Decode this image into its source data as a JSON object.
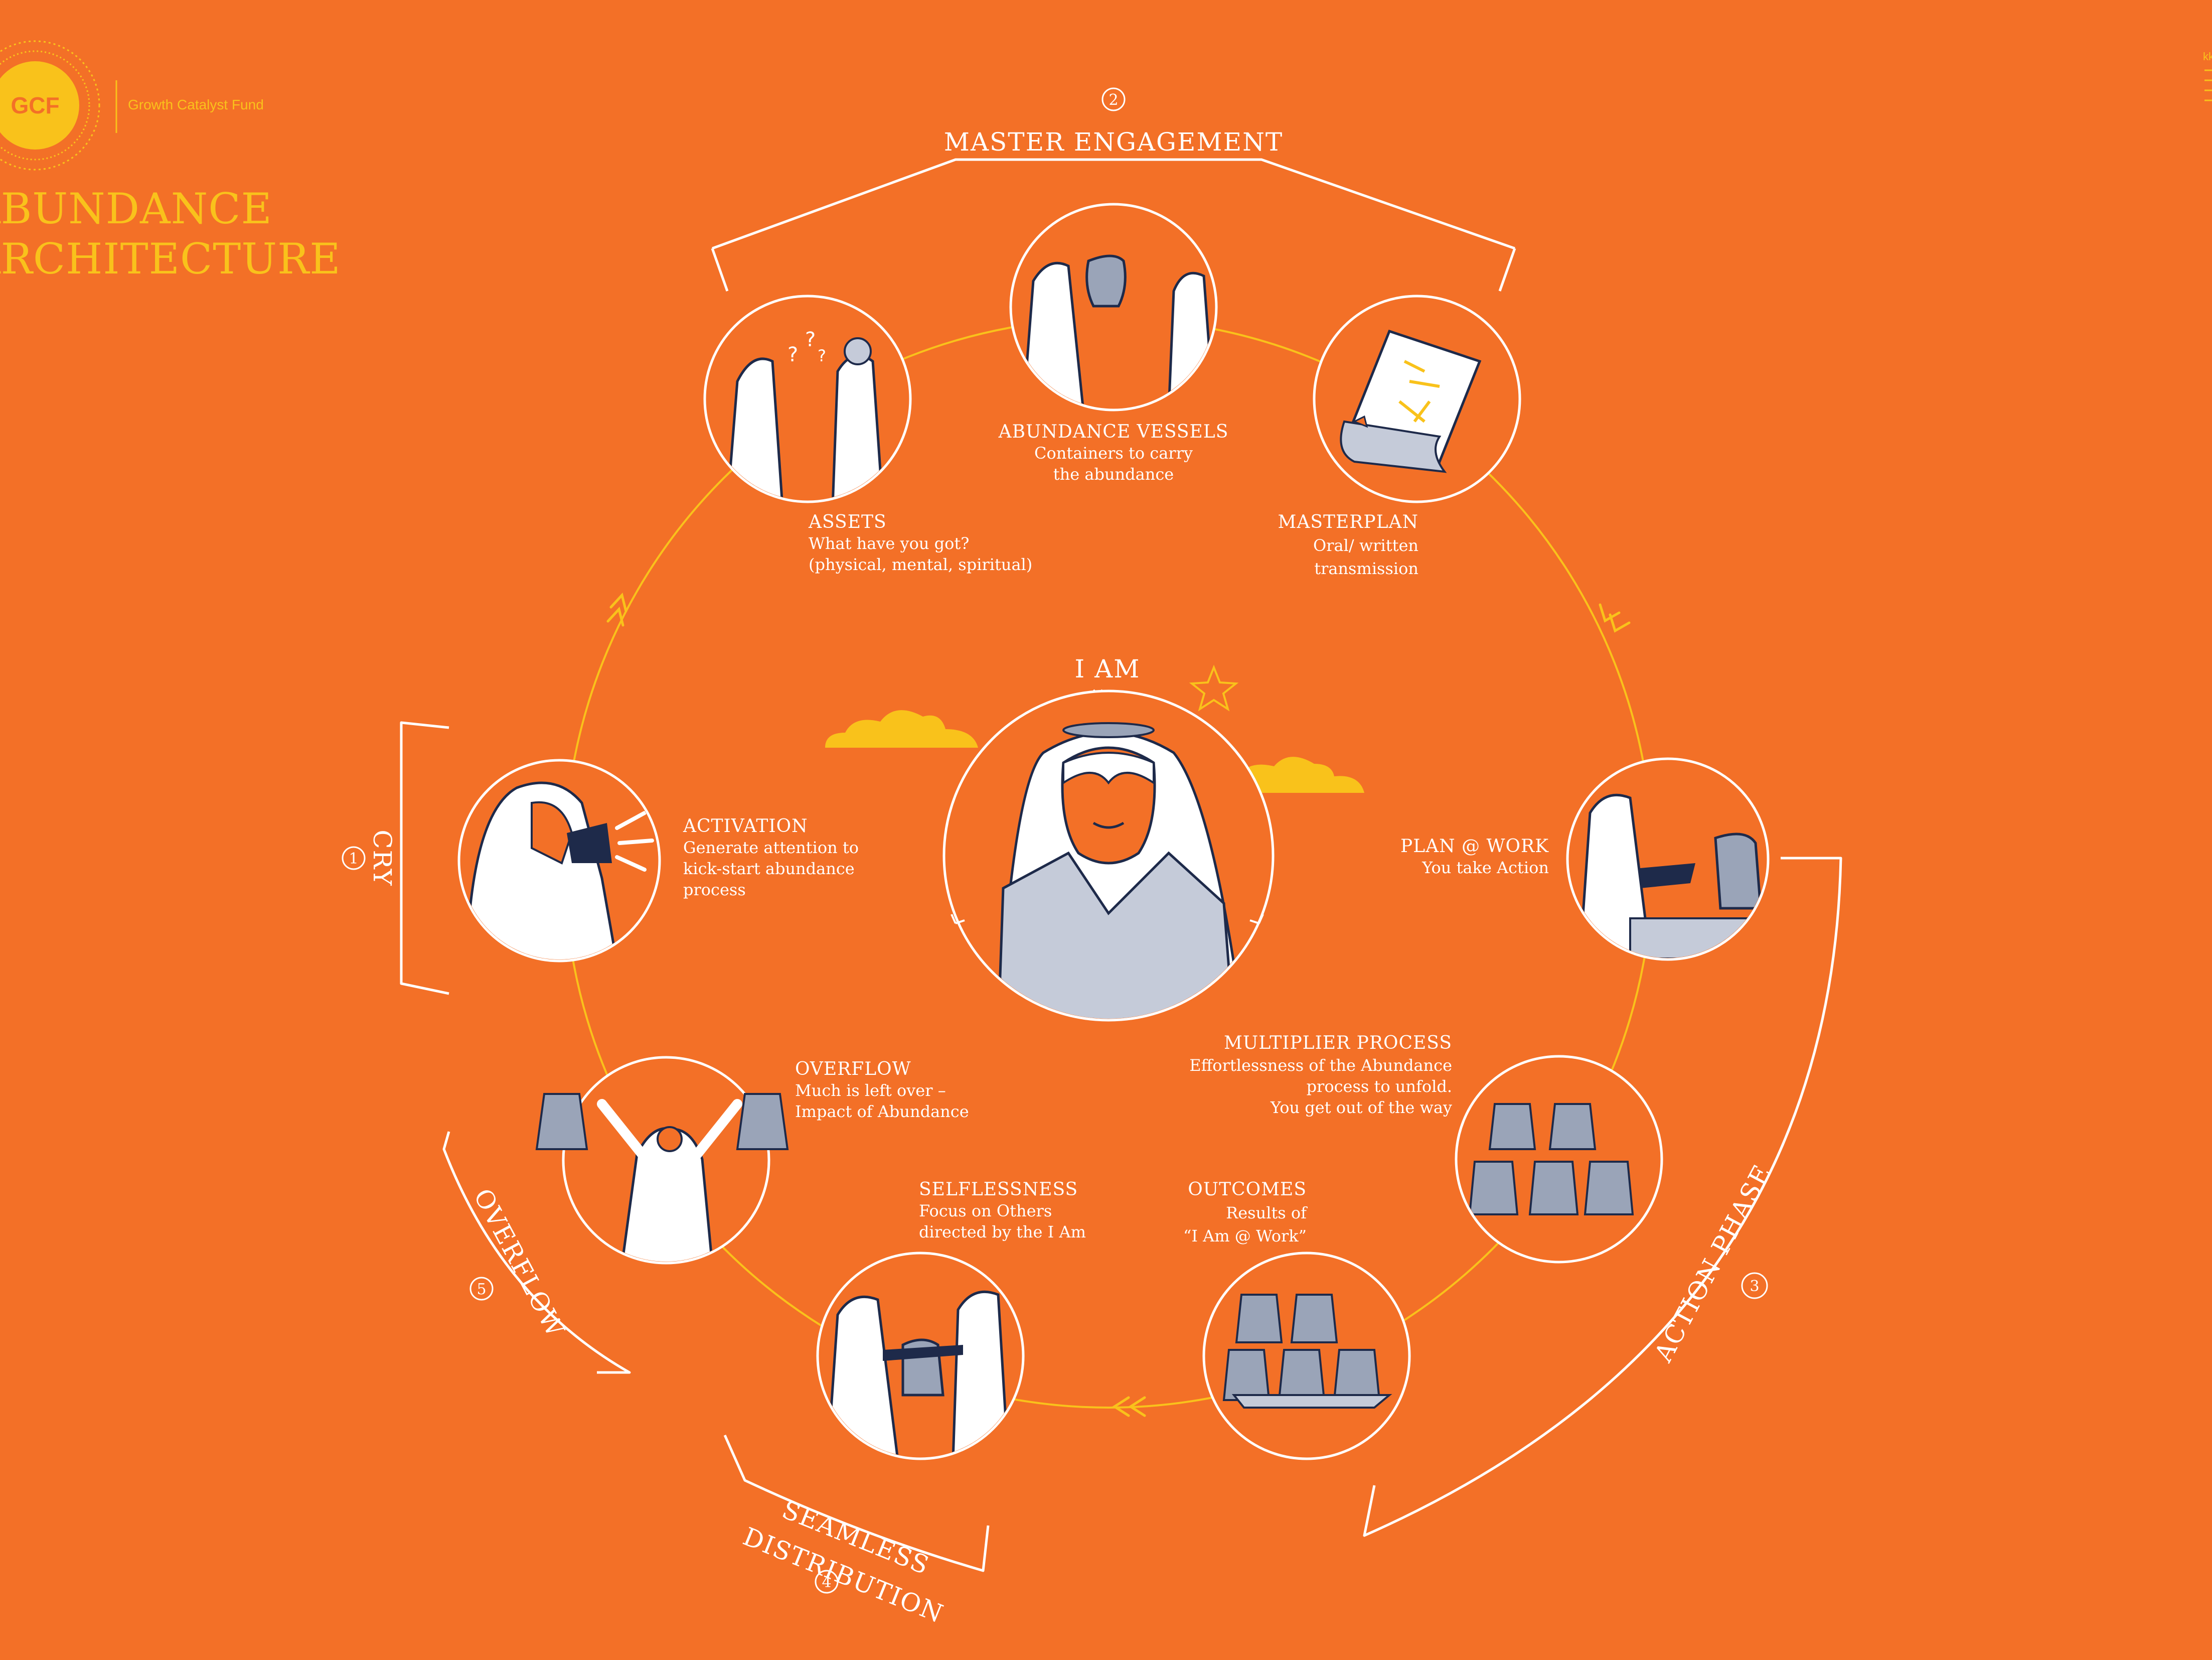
{
  "brand": {
    "logo_text": "GCF",
    "name": "Growth Catalyst Fund",
    "title_line1": "ABUNDANCE",
    "title_line2": "ARCHITECTURE",
    "corner_text": "kk"
  },
  "colors": {
    "background": "#F37027",
    "accent_yellow": "#F9C21B",
    "line_white": "#FFFFFF",
    "navy": "#1E2A4A",
    "pot_grey": "#9AA4B8"
  },
  "center": {
    "label": "I AM"
  },
  "phases": [
    {
      "number": "1",
      "label": "CRY"
    },
    {
      "number": "2",
      "label": "MASTER ENGAGEMENT"
    },
    {
      "number": "3",
      "label": "ACTION PHASE"
    },
    {
      "number": "4",
      "label_line1": "SEAMLESS",
      "label_line2": "DISTRIBUTION"
    },
    {
      "number": "5",
      "label": "OVERFLOW"
    }
  ],
  "steps": {
    "activation": {
      "title": "ACTIVATION",
      "desc": [
        "Generate attention to",
        "kick-start abundance",
        "process"
      ],
      "icon": "megaphone-icon"
    },
    "assets": {
      "title": "ASSETS",
      "desc": [
        "What have you got?",
        "(physical, mental, spiritual)"
      ],
      "icon": "question-icon"
    },
    "vessels": {
      "title": "ABUNDANCE VESSELS",
      "desc": [
        "Containers to carry",
        "the abundance"
      ],
      "icon": "vessel-icon"
    },
    "masterplan": {
      "title": "MASTERPLAN",
      "desc": [
        "Oral/ written",
        "transmission"
      ],
      "icon": "scroll-icon"
    },
    "plan_at_work": {
      "title": "PLAN @ WORK",
      "desc": [
        "You take Action"
      ],
      "icon": "pouring-icon"
    },
    "multiplier": {
      "title": "MULTIPLIER PROCESS",
      "desc": [
        "Effortlessness of the Abundance",
        "process to unfold.",
        "You get out of the way"
      ],
      "icon": "jars-icon"
    },
    "outcomes": {
      "title": "OUTCOMES",
      "desc": [
        "Results of",
        "“I Am @ Work”"
      ],
      "icon": "jars-coins-icon"
    },
    "selflessness": {
      "title": "SELFLESSNESS",
      "desc": [
        "Focus on Others",
        "directed by the I Am"
      ],
      "icon": "giving-icon"
    },
    "overflow": {
      "title": "OVERFLOW",
      "desc": [
        "Much is left over –",
        "Impact of Abundance"
      ],
      "icon": "raised-jars-icon"
    }
  }
}
